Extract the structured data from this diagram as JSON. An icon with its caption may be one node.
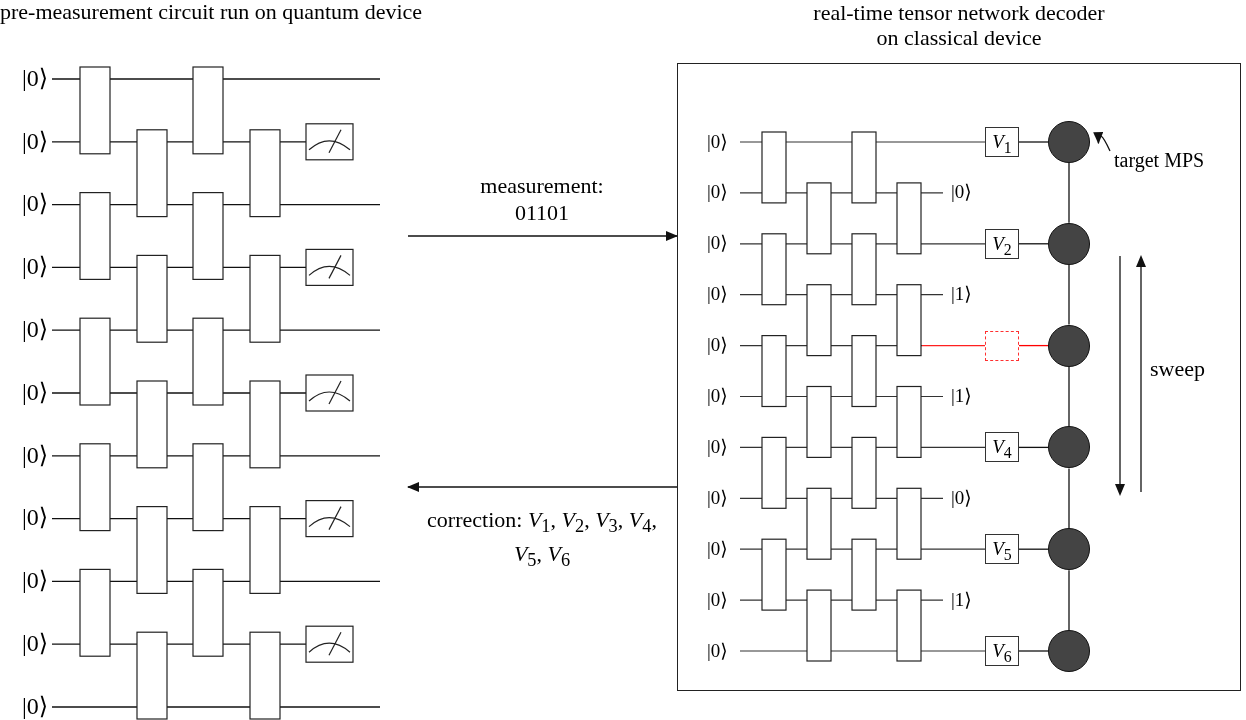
{
  "diagram": {
    "nodes": [
      {
        "text": [
          "pre-measurement circuit run on quantum device"
        ]
      },
      {
        "text": [
          "real-time tensor network decoder on classical device"
        ]
      },
      {
        "text": [
          "*V*$_{1}$"
        ],
        "in": 1
      },
      {
        "text": [],
        "shape": "circle",
        "in": 1
      },
      {
        "text": [
          "target MPS"
        ],
        "in": 1
      },
      {
        "text": [
          "*V*$_{2}$"
        ],
        "in": 1
      },
      {
        "text": [],
        "shape": "circle",
        "in": 1
      },
      {
        "text": [],
        "shape": "box",
        "in": 1
      },
      {
        "text": [],
        "shape": "circle",
        "in": 1
      },
      {
        "text": [
          "*V*$_{4}$"
        ],
        "in": 1
      },
      {
        "text": [],
        "shape": "circle",
        "in": 1
      },
      {
        "text": [
          "*V*$_{5}$"
        ],
        "in": 1
      },
      {
        "text": [],
        "shape": "circle",
        "in": 1
      },
      {
        "text": [
          "*V*$_{6}$"
        ],
        "in": 1
      },
      {
        "text": [],
        "shape": "circle",
        "in": 1
      }
    ],
    "edges": [
      {
        "from": 0,
        "to": 1,
        "arrow": "to",
        "label": "measurement: 01101"
      },
      {
        "from": 1,
        "to": 0,
        "arrow": "to",
        "label": "correction: *V*$_{1}$, *V*$_{2}$, *V*$_{3}$, *V*$_{4}$, *V*$_{5}$, *V*$_{6}$"
      },
      {
        "from": 4,
        "to": 3,
        "arrow": "to"
      },
      {
        "from": 2,
        "to": 3,
        "arrow": "none"
      },
      {
        "from": 5,
        "to": 6,
        "arrow": "none"
      },
      {
        "from": 7,
        "to": 8,
        "arrow": "none",
        "color": "#ff0000"
      },
      {
        "from": 9,
        "to": 10,
        "arrow": "none"
      },
      {
        "from": 11,
        "to": 12,
        "arrow": "none"
      },
      {
        "from": 13,
        "to": 14,
        "arrow": "none"
      },
      {
        "from": 3,
        "to": 6,
        "arrow": "none"
      },
      {
        "from": 6,
        "to": 8,
        "arrow": "none"
      },
      {
        "from": 8,
        "to": 10,
        "arrow": "none"
      },
      {
        "from": 10,
        "to": 12,
        "arrow": "none"
      },
      {
        "from": 12,
        "to": 14,
        "arrow": "none"
      }
    ],
    "labels": [
      "|0⟩",
      "|0⟩",
      "|0⟩",
      "|0⟩",
      "|0⟩",
      "|0⟩",
      "|0⟩",
      "|0⟩",
      "|0⟩",
      "|0⟩",
      "|0⟩",
      "|0⟩",
      "|0⟩",
      "|0⟩",
      "|0⟩",
      "|0⟩",
      "|1⟩",
      "|0⟩",
      "|0⟩",
      "|1⟩",
      "|0⟩",
      "|0⟩",
      "|0⟩",
      "|0⟩",
      "|0⟩",
      "|1⟩",
      "|0⟩",
      "sweep"
    ]
  }
}
